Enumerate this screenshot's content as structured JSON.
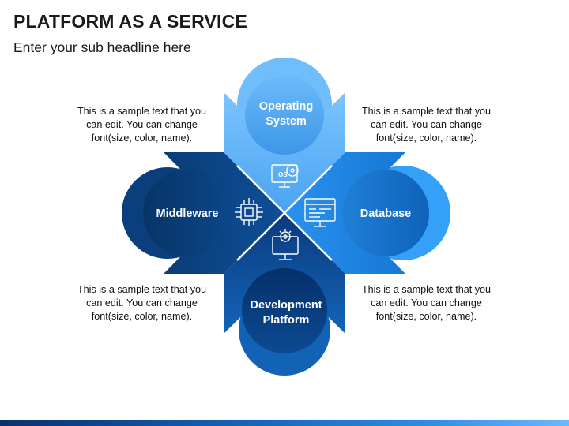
{
  "title": "PLATFORM AS A SERVICE",
  "subtitle": "Enter your sub headline here",
  "notes": {
    "top_left": "This is a sample text that you can edit. You can change font(size, color, name).",
    "top_right": "This is a sample text that you can edit. You can change font(size, color, name).",
    "bottom_left": "This is a sample text that you can edit. You can change font(size, color, name).",
    "bottom_right": "This is a sample text that you can edit. You can change font(size, color, name)."
  },
  "segments": {
    "top": {
      "line1": "Operating",
      "line2": "System",
      "icon": "os-monitor-icon",
      "color": "#5aaff5"
    },
    "left": {
      "line1": "Middleware",
      "icon": "chip-icon",
      "color": "#0d4d94"
    },
    "right": {
      "line1": "Database",
      "icon": "code-window-icon",
      "color": "#1f8bea"
    },
    "bottom": {
      "line1": "Development",
      "line2": "Platform",
      "icon": "gear-monitor-icon",
      "color": "#0a3f86"
    }
  },
  "icon_labels": {
    "os_badge": "OS"
  }
}
